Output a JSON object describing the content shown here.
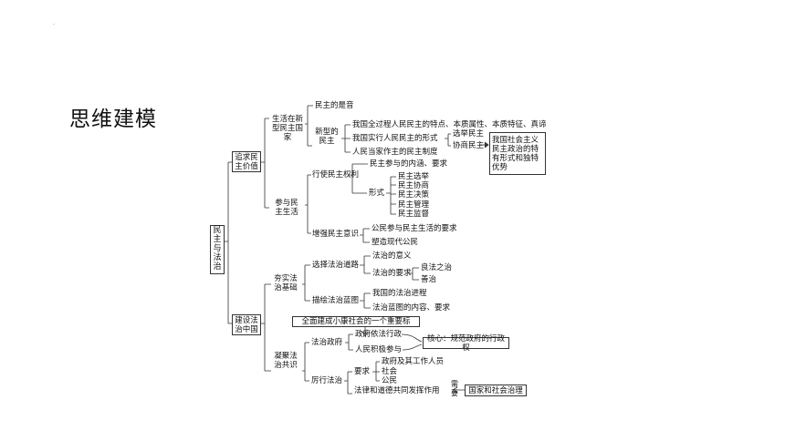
{
  "title": "思维建模",
  "mark": "·",
  "root": {
    "lines": [
      "民",
      "主",
      "与",
      "法",
      "治"
    ]
  },
  "b1": {
    "label": [
      "追求民",
      "主价值"
    ],
    "sub1": {
      "label": [
        "生活在新",
        "型民主国家"
      ],
      "item1": "民主的是音",
      "new_democracy": {
        "label": [
          "新型的",
          "民主"
        ],
        "items": [
          "我国全过程人民民主的特点、本质属性、本质特征、真谛",
          "我国实行人民民主的形式",
          "人民当家作主的民主制度"
        ],
        "forms": [
          "选举民主",
          "协商民主"
        ],
        "note": [
          "我国社会主义",
          "民主政治的特",
          "有形式和独特",
          "优势"
        ]
      }
    },
    "sub2": {
      "label": [
        "参与民",
        "主生活"
      ],
      "rights": {
        "label": "行使民主权利",
        "item1": "民主参与的内涵、要求",
        "forms_label": "形式",
        "forms": [
          "民主选举",
          "民主协商",
          "民主决策",
          "民主管理",
          "民主监督"
        ]
      },
      "awareness": {
        "label": "增强民主意识",
        "items": [
          "公民参与民主生活的要求",
          "塑造现代公民"
        ]
      }
    }
  },
  "b2": {
    "label": [
      "建设法",
      "治中国"
    ],
    "sub1": {
      "label": [
        "夯实法",
        "治基础"
      ],
      "road": {
        "label": "选择法治道路",
        "item1": "法治的意义",
        "req_label": "法治的要求",
        "reqs": [
          "良法之治",
          "善治"
        ]
      },
      "blueprint": {
        "label": "描绘法治蓝图",
        "items": [
          "我国的法治进程",
          "法治蓝图的内容、要求"
        ]
      }
    },
    "sub2": {
      "label": [
        "凝聚法",
        "治共识"
      ],
      "goal": "全面建成小康社会的一个重要标",
      "gov": {
        "label": "法治政府",
        "items": [
          "政府依法行政",
          "人民积极参与"
        ],
        "core": "核心：规范政府的行政权"
      },
      "practice": {
        "label": "厉行法治",
        "req_label": "要求",
        "reqs": [
          "政府及其工作人员",
          "社会",
          "公民"
        ],
        "joint": "法律和道德共同发挥作用",
        "need": [
          "需",
          "要"
        ],
        "result": "国家和社会治理"
      }
    }
  }
}
